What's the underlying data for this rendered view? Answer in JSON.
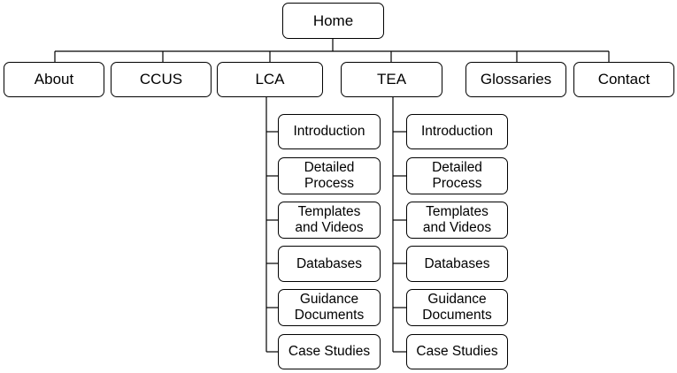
{
  "sitemap": {
    "home": "Home",
    "top_level": [
      "About",
      "CCUS",
      "LCA",
      "TEA",
      "Glossaries",
      "Contact"
    ],
    "lca_children": [
      "Introduction",
      "Detailed\nProcess",
      "Templates\nand Videos",
      "Databases",
      "Guidance\nDocuments",
      "Case Studies"
    ],
    "tea_children": [
      "Introduction",
      "Detailed\nProcess",
      "Templates\nand Videos",
      "Databases",
      "Guidance\nDocuments",
      "Case Studies"
    ]
  },
  "colors": {
    "line": "#000000",
    "box_border": "#000000",
    "box_fill": "#ffffff"
  }
}
